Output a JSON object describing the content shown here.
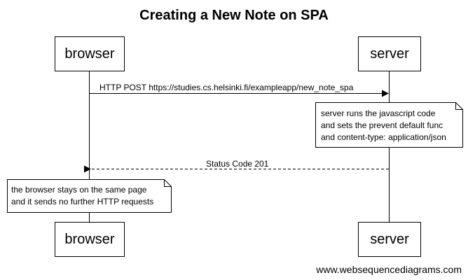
{
  "title": "Creating a New Note on SPA",
  "participants": {
    "browser": "browser",
    "server": "server"
  },
  "messages": [
    {
      "from": "browser",
      "to": "server",
      "style": "solid",
      "text": "HTTP POST https://studies.cs.helsinki.fi/exampleapp/new_note_spa"
    },
    {
      "from": "server",
      "to": "browser",
      "style": "dashed",
      "text": "Status Code 201"
    }
  ],
  "notes": {
    "server_note": [
      "server runs the javascript code",
      "and sets the prevent default func",
      "and content-type: application/json"
    ],
    "browser_note": [
      "the browser stays on the same page",
      "and it sends no further HTTP requests"
    ]
  },
  "watermark": "www.websequencediagrams.com"
}
